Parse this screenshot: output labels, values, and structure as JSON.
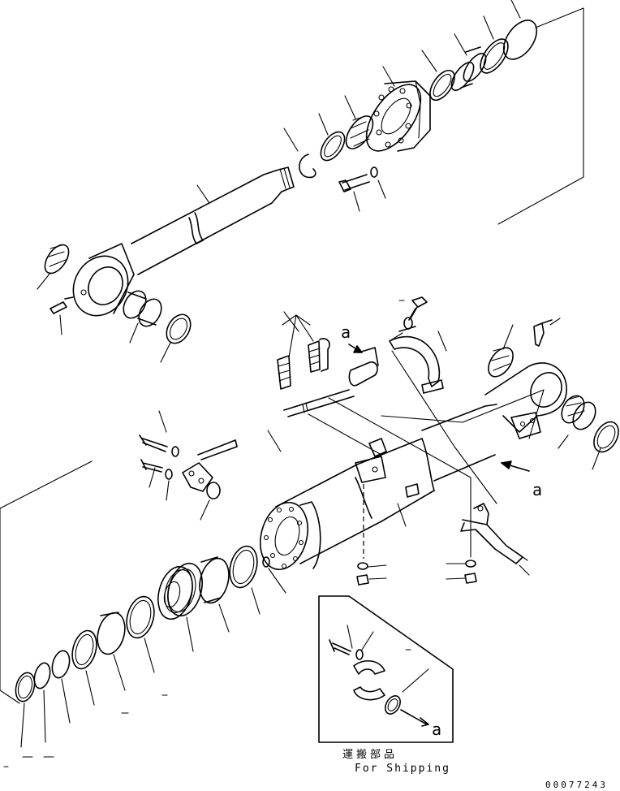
{
  "callout_label_a": "a",
  "inset": {
    "title_jp": "運搬部品",
    "title_en": "For Shipping"
  },
  "drawing_code": "00077243"
}
